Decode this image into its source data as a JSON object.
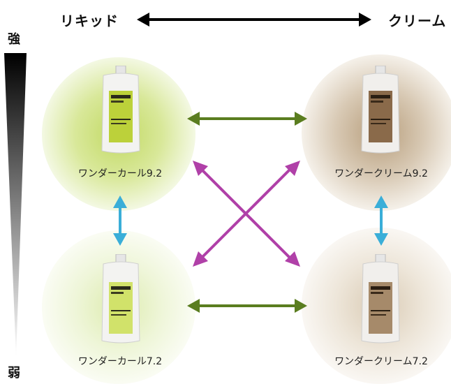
{
  "header": {
    "left_label": "リキッド",
    "right_label": "クリーム"
  },
  "strength": {
    "top_label": "強",
    "bottom_label": "弱"
  },
  "products": [
    {
      "name": "ワンダーカール9.2",
      "type": "liquid",
      "level": "strong",
      "color": "#b9cf3c"
    },
    {
      "name": "ワンダークリーム9.2",
      "type": "cream",
      "level": "strong",
      "color": "#8a6a4a"
    },
    {
      "name": "ワンダーカール7.2",
      "type": "liquid",
      "level": "weak",
      "color": "#cfe05a"
    },
    {
      "name": "ワンダークリーム7.2",
      "type": "cream",
      "level": "weak",
      "color": "#9a7e60"
    }
  ],
  "colors": {
    "horizontal_arrow": "#5a7d1f",
    "vertical_arrow": "#3aaed8",
    "diagonal_arrow": "#b040a8",
    "axis_arrow": "#000000"
  }
}
